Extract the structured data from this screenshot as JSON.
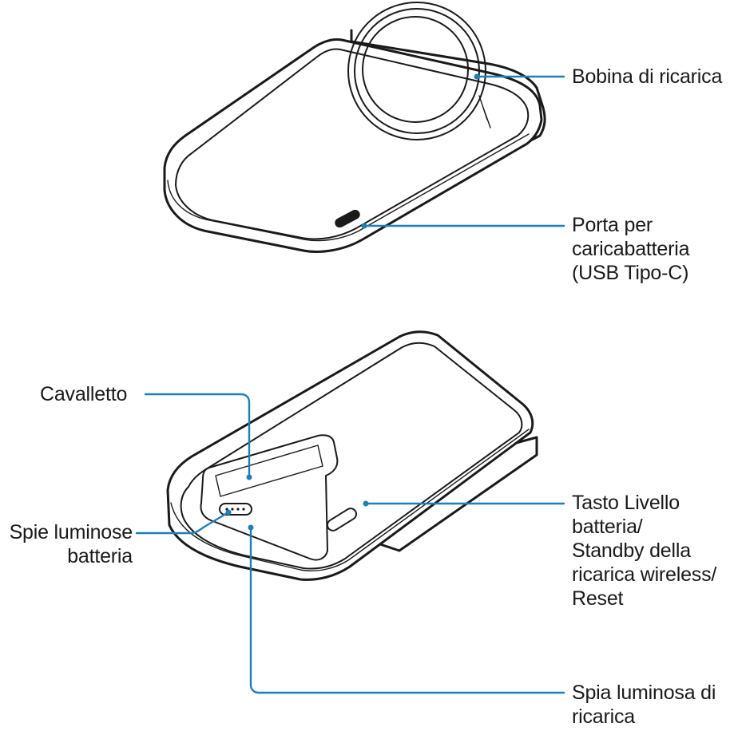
{
  "labels": {
    "charging_coil": "Bobina di ricarica",
    "charger_port": "Porta per\ncaricabatteria\n(USB Tipo-C)",
    "kickstand": "Cavalletto",
    "battery_leds": "Spie luminose\nbatteria",
    "battery_button": "Tasto Livello\nbatteria/\nStandby della\nricarica wireless/\nReset",
    "charging_led": "Spia luminosa di\nricarica"
  },
  "colors": {
    "callout": "#1e7fb8",
    "outline": "#1a1a1a",
    "background": "#ffffff"
  }
}
